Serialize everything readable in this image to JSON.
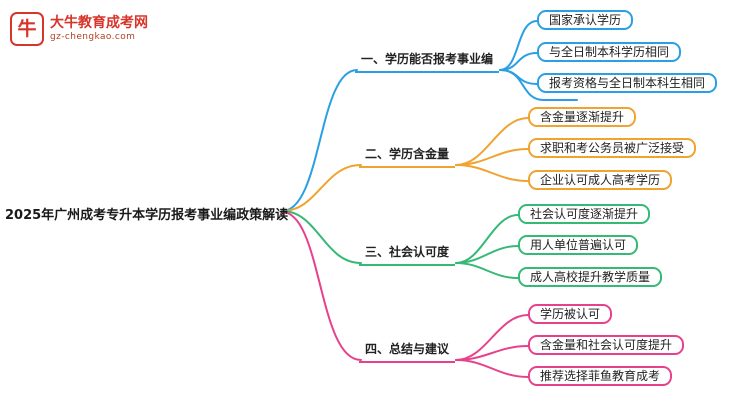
{
  "logo": {
    "icon_glyph": "牛",
    "site_name": "大牛教育成考网",
    "site_url": "gz-chengkao.com",
    "brand_color": "#d8352a",
    "url_color": "#b3401f"
  },
  "root": {
    "title": "2025年广州成考专升本学历报考事业编政策解读"
  },
  "branches": [
    {
      "label": "一、学历能否报考事业编",
      "color": "#2b9fe3",
      "items": [
        "国家承认学历",
        "与全日制本科学历相同",
        "报考资格与全日制本科生相同"
      ]
    },
    {
      "label": "二、学历含金量",
      "color": "#f0a330",
      "items": [
        "含金量逐渐提升",
        "求职和考公务员被广泛接受",
        "企业认可成人高考学历"
      ]
    },
    {
      "label": "三、社会认可度",
      "color": "#36b877",
      "items": [
        "社会认可度逐渐提升",
        "用人单位普遍认可",
        "成人高校提升教学质量"
      ]
    },
    {
      "label": "四、总结与建议",
      "color": "#e8418c",
      "items": [
        "学历被认可",
        "含金量和社会认可度提升",
        "推荐选择菲鱼教育成考"
      ]
    }
  ]
}
